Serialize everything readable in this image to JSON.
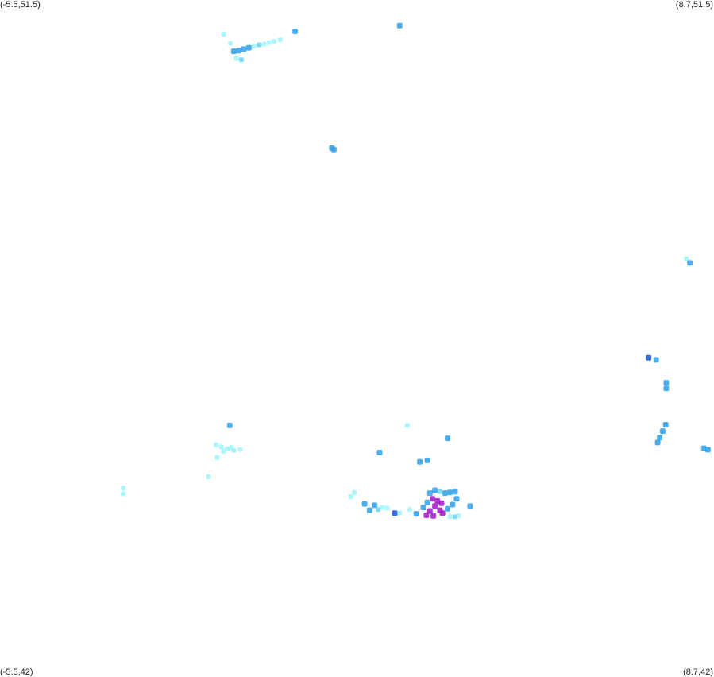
{
  "corners": {
    "top_left": "(-5.5,51.5)",
    "top_right": "(8.7,51.5)",
    "bottom_left": "(-5.5,42)",
    "bottom_right": "(8.7,42)"
  },
  "bounds": {
    "lon_min": -5.5,
    "lon_max": 8.7,
    "lat_min": 42,
    "lat_max": 51.5
  },
  "colors": {
    "background": "#ffffff",
    "level_1": "#9ef3fb",
    "level_2": "#6ad4f2",
    "level_3": "#2fa0e8",
    "level_4": "#1557e6",
    "level_5": "#a213c9"
  },
  "points": [
    {
      "lon": -1.05,
      "lat": 51.02,
      "level": 1
    },
    {
      "lon": -0.92,
      "lat": 50.89,
      "level": 1
    },
    {
      "lon": -0.85,
      "lat": 50.78,
      "level": 3
    },
    {
      "lon": -0.75,
      "lat": 50.79,
      "level": 3
    },
    {
      "lon": -0.65,
      "lat": 50.81,
      "level": 3
    },
    {
      "lon": -0.55,
      "lat": 50.83,
      "level": 3
    },
    {
      "lon": -0.45,
      "lat": 50.85,
      "level": 1
    },
    {
      "lon": -0.35,
      "lat": 50.87,
      "level": 2
    },
    {
      "lon": -0.25,
      "lat": 50.88,
      "level": 1
    },
    {
      "lon": -0.15,
      "lat": 50.9,
      "level": 1
    },
    {
      "lon": -0.05,
      "lat": 50.92,
      "level": 1
    },
    {
      "lon": 0.07,
      "lat": 50.94,
      "level": 1
    },
    {
      "lon": 0.37,
      "lat": 51.06,
      "level": 3
    },
    {
      "lon": -0.8,
      "lat": 50.68,
      "level": 1
    },
    {
      "lon": -0.7,
      "lat": 50.66,
      "level": 2
    },
    {
      "lon": 2.45,
      "lat": 51.14,
      "level": 3
    },
    {
      "lon": 1.1,
      "lat": 49.42,
      "level": 3
    },
    {
      "lon": 1.14,
      "lat": 49.4,
      "level": 3
    },
    {
      "lon": 8.15,
      "lat": 47.87,
      "level": 1
    },
    {
      "lon": 8.22,
      "lat": 47.81,
      "level": 3
    },
    {
      "lon": 7.4,
      "lat": 46.48,
      "level": 4
    },
    {
      "lon": 7.55,
      "lat": 46.45,
      "level": 3
    },
    {
      "lon": 7.75,
      "lat": 46.13,
      "level": 3
    },
    {
      "lon": 7.75,
      "lat": 46.05,
      "level": 3
    },
    {
      "lon": 7.74,
      "lat": 45.54,
      "level": 3
    },
    {
      "lon": 7.68,
      "lat": 45.45,
      "level": 3
    },
    {
      "lon": 7.62,
      "lat": 45.36,
      "level": 3
    },
    {
      "lon": 7.58,
      "lat": 45.29,
      "level": 3
    },
    {
      "lon": 8.5,
      "lat": 45.21,
      "level": 3
    },
    {
      "lon": 8.58,
      "lat": 45.19,
      "level": 3
    },
    {
      "lon": -0.93,
      "lat": 45.53,
      "level": 3
    },
    {
      "lon": 2.6,
      "lat": 45.53,
      "level": 1
    },
    {
      "lon": 3.4,
      "lat": 45.35,
      "level": 3
    },
    {
      "lon": -1.2,
      "lat": 45.26,
      "level": 1
    },
    {
      "lon": -1.1,
      "lat": 45.23,
      "level": 1
    },
    {
      "lon": -0.98,
      "lat": 45.2,
      "level": 1
    },
    {
      "lon": -0.9,
      "lat": 45.22,
      "level": 1
    },
    {
      "lon": -1.05,
      "lat": 45.17,
      "level": 1
    },
    {
      "lon": -0.85,
      "lat": 45.18,
      "level": 1
    },
    {
      "lon": -0.72,
      "lat": 45.19,
      "level": 1
    },
    {
      "lon": -1.18,
      "lat": 45.08,
      "level": 1
    },
    {
      "lon": 2.05,
      "lat": 45.15,
      "level": 3
    },
    {
      "lon": 2.85,
      "lat": 45.02,
      "level": 3
    },
    {
      "lon": 3.0,
      "lat": 45.04,
      "level": 3
    },
    {
      "lon": -1.35,
      "lat": 44.81,
      "level": 1
    },
    {
      "lon": -3.05,
      "lat": 44.65,
      "level": 1
    },
    {
      "lon": -3.05,
      "lat": 44.57,
      "level": 1
    },
    {
      "lon": 1.55,
      "lat": 44.59,
      "level": 1
    },
    {
      "lon": 1.48,
      "lat": 44.53,
      "level": 1
    },
    {
      "lon": 1.75,
      "lat": 44.43,
      "level": 3
    },
    {
      "lon": 1.95,
      "lat": 44.41,
      "level": 3
    },
    {
      "lon": 1.85,
      "lat": 44.34,
      "level": 3
    },
    {
      "lon": 2.02,
      "lat": 44.35,
      "level": 2
    },
    {
      "lon": 2.1,
      "lat": 44.38,
      "level": 1
    },
    {
      "lon": 2.2,
      "lat": 44.37,
      "level": 1
    },
    {
      "lon": 2.35,
      "lat": 44.3,
      "level": 4
    },
    {
      "lon": 2.45,
      "lat": 44.3,
      "level": 1
    },
    {
      "lon": 2.65,
      "lat": 44.35,
      "level": 1
    },
    {
      "lon": 2.78,
      "lat": 44.29,
      "level": 3
    },
    {
      "lon": 3.05,
      "lat": 44.58,
      "level": 3
    },
    {
      "lon": 3.15,
      "lat": 44.62,
      "level": 3
    },
    {
      "lon": 3.25,
      "lat": 44.6,
      "level": 2
    },
    {
      "lon": 3.35,
      "lat": 44.58,
      "level": 3
    },
    {
      "lon": 3.45,
      "lat": 44.59,
      "level": 3
    },
    {
      "lon": 3.55,
      "lat": 44.6,
      "level": 3
    },
    {
      "lon": 3.1,
      "lat": 44.5,
      "level": 5
    },
    {
      "lon": 3.2,
      "lat": 44.47,
      "level": 5
    },
    {
      "lon": 3.28,
      "lat": 44.44,
      "level": 5
    },
    {
      "lon": 3.15,
      "lat": 44.4,
      "level": 5
    },
    {
      "lon": 3.05,
      "lat": 44.33,
      "level": 5
    },
    {
      "lon": 3.25,
      "lat": 44.34,
      "level": 5
    },
    {
      "lon": 2.98,
      "lat": 44.27,
      "level": 5
    },
    {
      "lon": 3.12,
      "lat": 44.26,
      "level": 5
    },
    {
      "lon": 3.3,
      "lat": 44.3,
      "level": 5
    },
    {
      "lon": 3.4,
      "lat": 44.36,
      "level": 3
    },
    {
      "lon": 3.5,
      "lat": 44.42,
      "level": 3
    },
    {
      "lon": 3.58,
      "lat": 44.5,
      "level": 3
    },
    {
      "lon": 3.85,
      "lat": 44.4,
      "level": 3
    },
    {
      "lon": 3.0,
      "lat": 44.45,
      "level": 3
    },
    {
      "lon": 2.92,
      "lat": 44.38,
      "level": 3
    },
    {
      "lon": 3.45,
      "lat": 44.25,
      "level": 1
    },
    {
      "lon": 3.55,
      "lat": 44.25,
      "level": 2
    },
    {
      "lon": 3.62,
      "lat": 44.26,
      "level": 1
    }
  ]
}
